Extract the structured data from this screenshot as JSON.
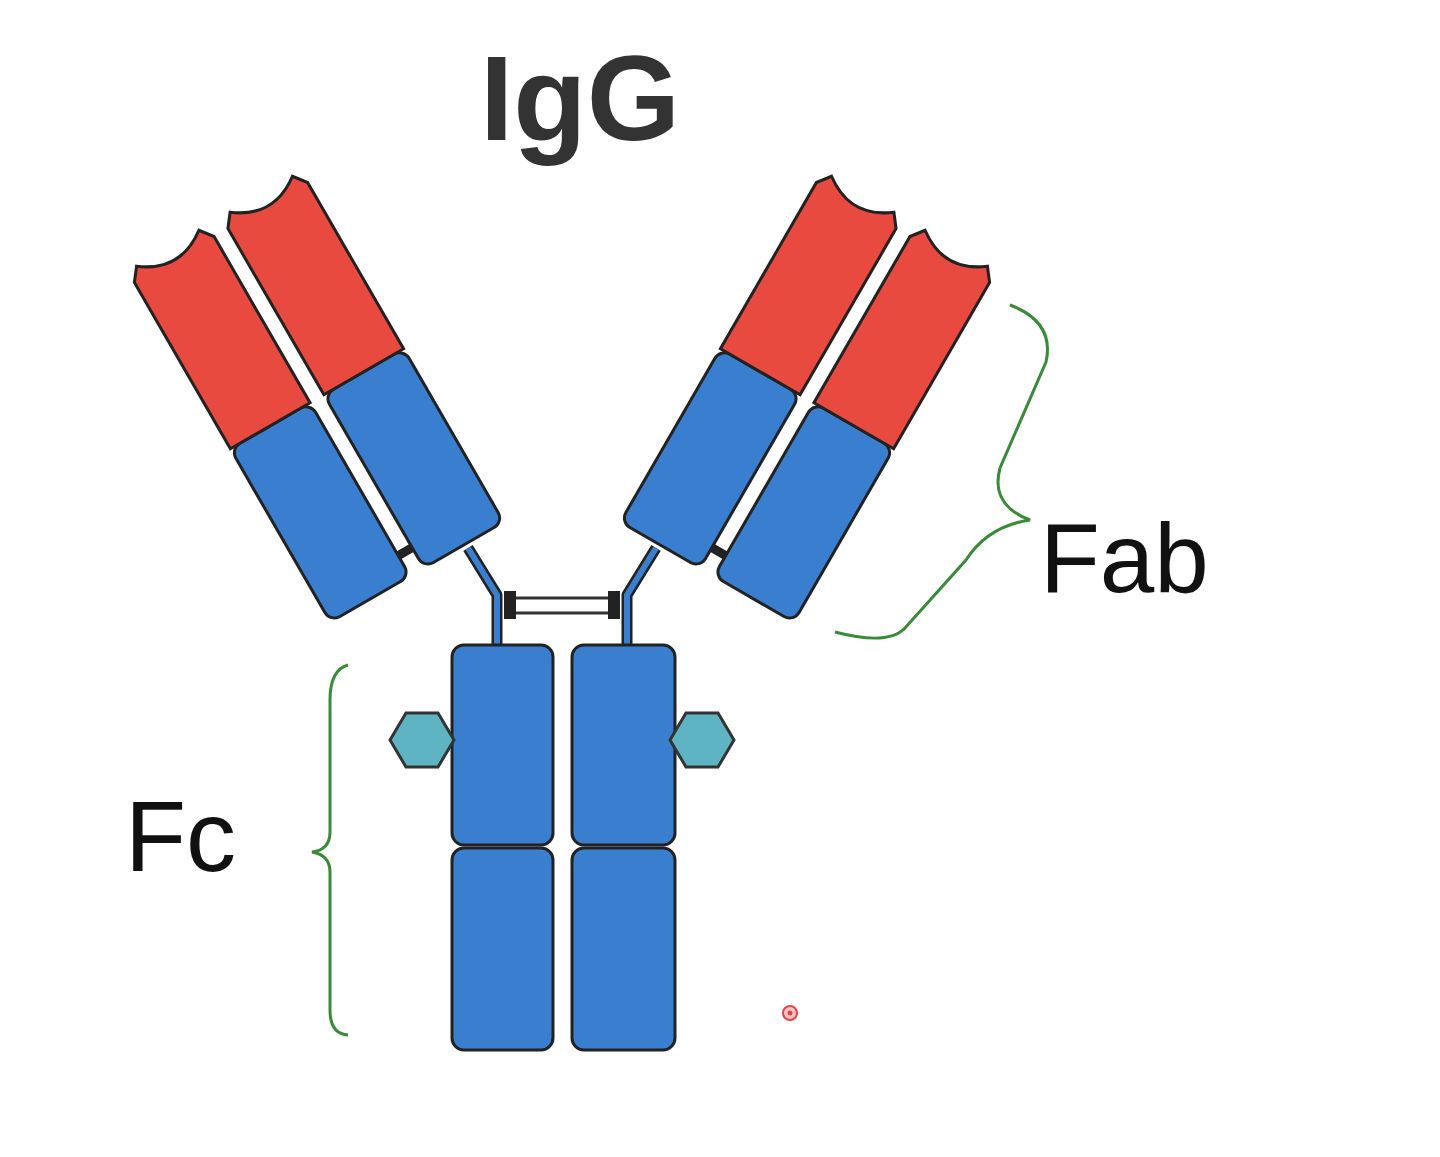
{
  "diagram": {
    "title": "IgG",
    "labels": [
      "Fab",
      "Fc"
    ]
  }
}
